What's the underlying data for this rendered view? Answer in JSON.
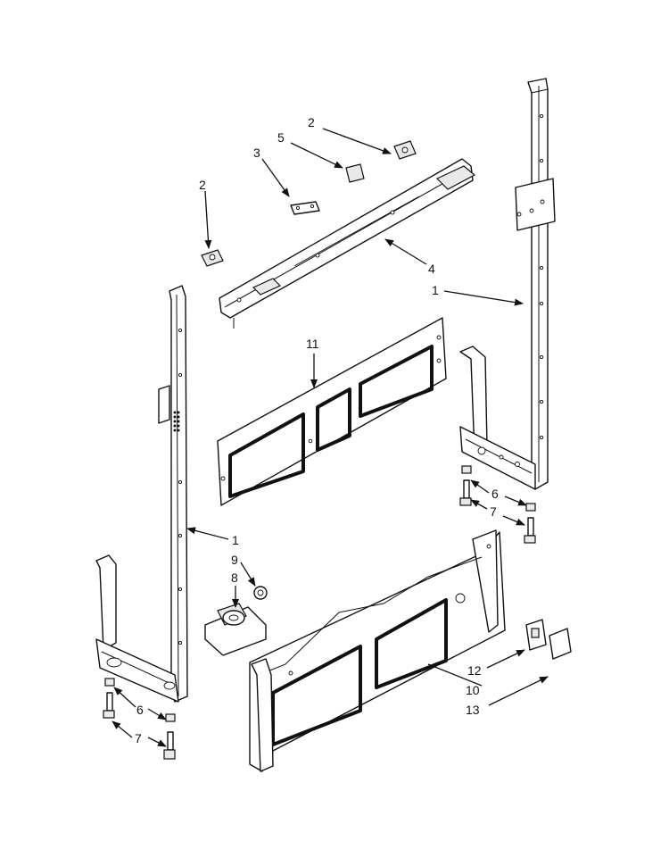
{
  "callouts": {
    "c2_top": "2",
    "c5": "5",
    "c3": "3",
    "c2_left": "2",
    "c4": "4",
    "c1_right": "1",
    "c11": "11",
    "c1_left": "1",
    "c9": "9",
    "c8": "8",
    "c6_right": "6",
    "c7_right": "7",
    "c6_left": "6",
    "c7_left": "7",
    "c12": "12",
    "c10": "10",
    "c13": "13"
  }
}
